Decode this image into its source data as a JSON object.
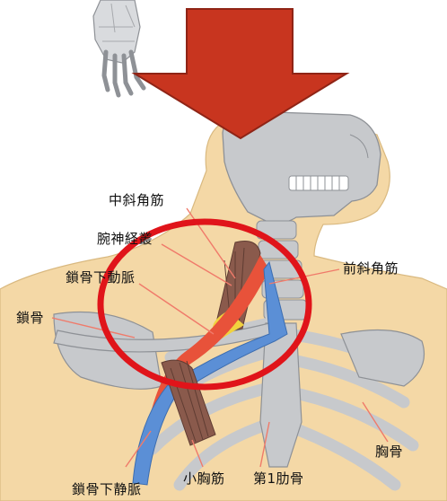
{
  "title": "",
  "colors": {
    "arrow": "#c8351f",
    "arrow_edge": "#8f2416",
    "highlight_circle": "#e0141a",
    "skin": "#f4d8a6",
    "bone": "#c7c9cc",
    "bone_edge": "#8e9196",
    "muscle": "#8a5a4c",
    "vein": "#5b8fd6",
    "artery": "#e8523a",
    "nerve": "#f1d23e"
  },
  "icons": {
    "pointer": "down-arrow-icon",
    "focus": "highlight-circle-icon"
  },
  "labels": {
    "middle_scalene": "中斜角筋",
    "brachial_plexus": "腕神経叢",
    "subclavian_artery": "鎖骨下動脈",
    "clavicle": "鎖骨",
    "anterior_scalene": "前斜角筋",
    "pectoralis_minor": "小胸筋",
    "first_rib": "第1肋骨",
    "subclavian_vein": "鎖骨下静脈",
    "sternum": "胸骨"
  }
}
